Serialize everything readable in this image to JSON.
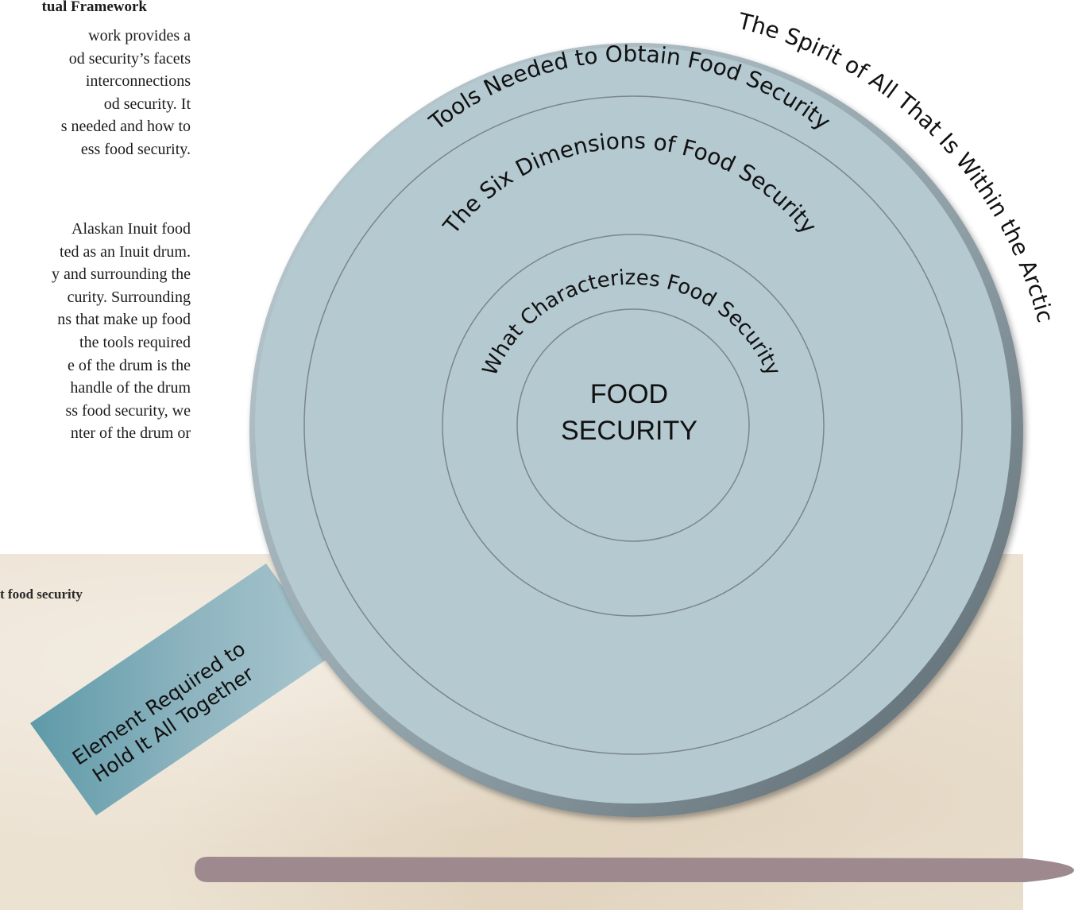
{
  "frame": {
    "heading": "tual Framework",
    "paragraph1": [
      "work provides a",
      "od security’s facets",
      "interconnections",
      "od security. It",
      "s needed and how to",
      "ess food security."
    ],
    "paragraph2": [
      "Alaskan Inuit food",
      "ted as an Inuit drum.",
      "y and surrounding the",
      "curity. Surrounding",
      "ns that make up food",
      "the tools required",
      "e of the drum is the",
      "handle of the drum",
      "ss food security, we",
      "nter of the drum or"
    ],
    "caption": "t food security"
  },
  "drum": {
    "center_label": [
      "FOOD",
      "SECURITY"
    ],
    "ring1": "What Characterizes Food Security",
    "ring2": "The Six Dimensions of Food Security",
    "ring3": "Tools Needed to Obtain Food Security",
    "outer": "The Spirit of All That Is Within the Arctic",
    "handle": [
      "Element Required to",
      "Hold It All Together"
    ]
  },
  "colors": {
    "drum_fill": "#b5c9d1",
    "drum_rim": "#8a9ba4",
    "ring_stroke": "#7a868c",
    "handle_dark": "#5e9aa8",
    "handle_light": "#a9c6cf",
    "stick": "#9e8a8e",
    "parchment": "#ece2d2"
  }
}
